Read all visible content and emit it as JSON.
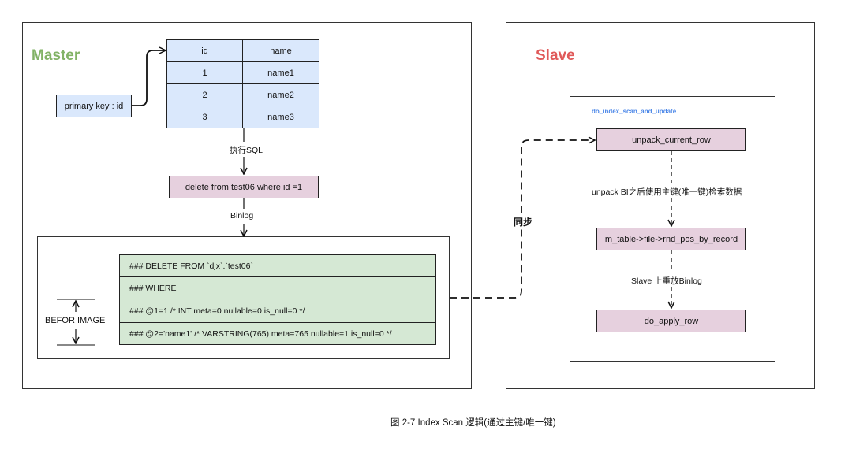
{
  "master": {
    "title": "Master",
    "primary_key_label": "primary key : id",
    "table": {
      "headers": [
        "id",
        "name"
      ],
      "rows": [
        [
          "1",
          "name1"
        ],
        [
          "2",
          "name2"
        ],
        [
          "3",
          "name3"
        ]
      ]
    },
    "exec_sql_label": "执行SQL",
    "sql_statement": "delete from test06 where id =1",
    "binlog_label": "Binlog",
    "binlog_lines": [
      "### DELETE FROM `djx`.`test06`",
      "### WHERE",
      "###   @1=1 /* INT meta=0 nullable=0 is_null=0 */",
      "###   @2='name1' /* VARSTRING(765) meta=765 nullable=1 is_null=0 */"
    ],
    "before_image_label": "BEFOR IMAGE"
  },
  "sync_label": "同步",
  "slave": {
    "title": "Slave",
    "function_label": "do_index_scan_and_update",
    "steps": [
      "unpack_current_row",
      "m_table->file->rnd_pos_by_record",
      "do_apply_row"
    ],
    "transitions": [
      "unpack BI之后使用主键(唯一键)检索数据",
      "Slave 上重放Binlog"
    ]
  },
  "caption": "图 2-7 Index  Scan 逻辑(通过主键/唯一键)"
}
